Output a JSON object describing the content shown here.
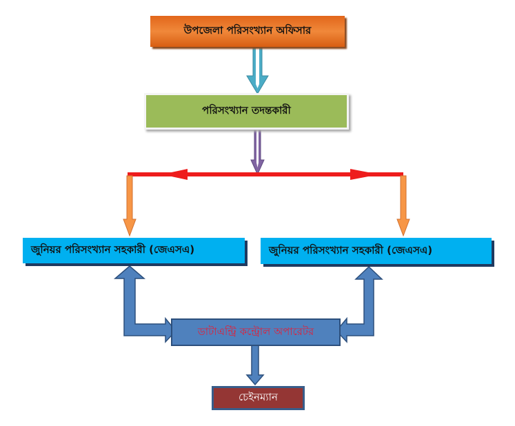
{
  "nodes": {
    "officer": "উপজেলা পরিসংখ্যান  অফিসার",
    "inspector": "পরিসংখ্যান তদন্তকারী",
    "jsa_left": "জুনিয়র পরিসংখ্যান সহকারী (জেএসএ)",
    "jsa_right": "জুনিয়র পরিসংখ্যান সহকারী (জেএসএ)",
    "data_entry": "ডাটাএন্ট্রি কন্ট্রোল অপারেটর",
    "chainman": "চেইনম্যান"
  },
  "colors": {
    "officer": "#e2661a",
    "inspector": "#9bbb59",
    "jsa": "#00b0f0",
    "data_entry": "#4f81bd",
    "chainman": "#943634"
  }
}
